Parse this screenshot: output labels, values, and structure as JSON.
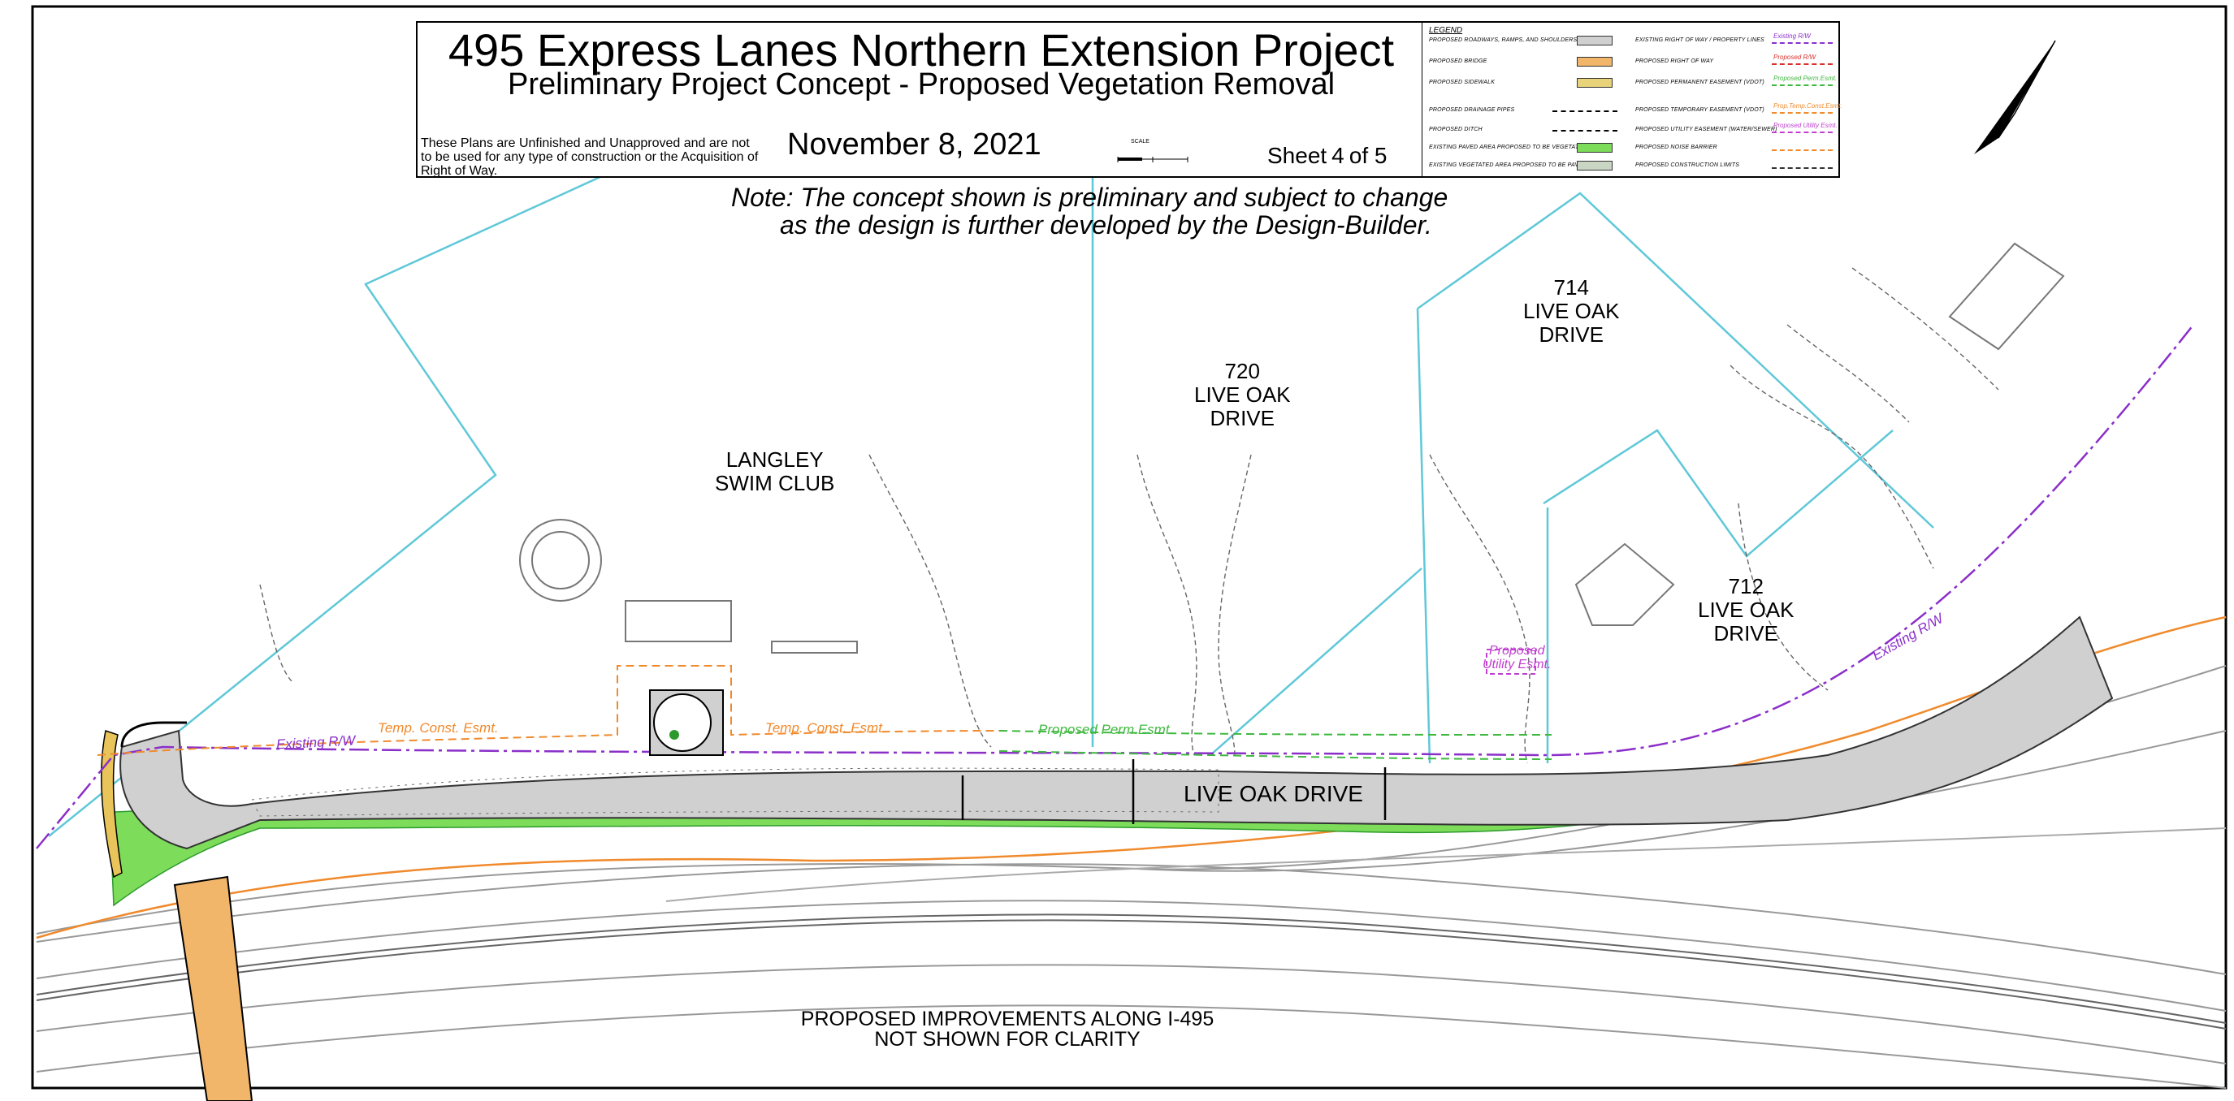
{
  "title_block": {
    "title": "495 Express Lanes Northern Extension Project",
    "subtitle": "Preliminary Project Concept - Proposed Vegetation Removal",
    "disclaimer": "These Plans are Unfinished and Unapproved and are not to be used for any type of construction or the Acquisition of Right of Way.",
    "date": "November 8, 2021",
    "sheet_word": "Sheet",
    "sheet_number": "4",
    "sheet_of": "of 5",
    "scale_label": "SCALE"
  },
  "legend": {
    "title": "LEGEND",
    "left_items": [
      {
        "label": "PROPOSED ROADWAYS, RAMPS, AND SHOULDERS",
        "color": "#d0d0d0"
      },
      {
        "label": "PROPOSED BRIDGE",
        "color": "#f2b66b"
      },
      {
        "label": "PROPOSED SIDEWALK",
        "color": "#e8d27a"
      },
      {
        "label": "PROPOSED DRAINAGE PIPES",
        "color": ""
      },
      {
        "label": "PROPOSED DITCH",
        "color": ""
      },
      {
        "label": "EXISTING PAVED AREA PROPOSED TO BE VEGETATED",
        "color": "#7ddd5a"
      },
      {
        "label": "EXISTING VEGETATED AREA PROPOSED TO BE PAVED",
        "color": "#c9d6c4"
      }
    ],
    "right_items": [
      {
        "label": "EXISTING RIGHT OF WAY / PROPERTY LINES",
        "tag": "Existing R/W",
        "color": "#8b2fc9"
      },
      {
        "label": "PROPOSED RIGHT OF WAY",
        "tag": "Proposed R/W",
        "color": "#d9302c"
      },
      {
        "label": "PROPOSED PERMANENT EASEMENT (VDOT)",
        "tag": "Proposed Perm.Esmt.",
        "color": "#3fb83f"
      },
      {
        "label": "PROPOSED TEMPORARY EASEMENT (VDOT)",
        "tag": "Prop.Temp.Const.Esmt.",
        "color": "#f08a2c"
      },
      {
        "label": "PROPOSED UTILITY EASEMENT (WATER/SEWER)",
        "tag": "Proposed Utility Esmt.",
        "color": "#c040d0"
      },
      {
        "label": "PROPOSED NOISE BARRIER",
        "tag": "",
        "color": "#f08a2c"
      },
      {
        "label": "PROPOSED CONSTRUCTION LIMITS",
        "tag": "",
        "color": "#333333"
      }
    ]
  },
  "note": {
    "line1": "Note: The concept shown is preliminary and subject to change",
    "line2": "as the design is further developed by the Design-Builder."
  },
  "parcels": [
    {
      "name": "langley",
      "line1": "LANGLEY",
      "line2": "SWIM CLUB"
    },
    {
      "name": "720",
      "line1": "720",
      "line2": "LIVE OAK",
      "line3": "DRIVE"
    },
    {
      "name": "714",
      "line1": "714",
      "line2": "LIVE OAK",
      "line3": "DRIVE"
    },
    {
      "name": "712",
      "line1": "712",
      "line2": "LIVE OAK",
      "line3": "DRIVE"
    }
  ],
  "road_label": "LIVE OAK DRIVE",
  "map_notes": {
    "existing_rw_left": "Existing R/W",
    "existing_rw_right": "Existing R/W",
    "temp_const_1": "Temp. Const. Esmt.",
    "temp_const_2": "Temp. Const. Esmt.",
    "perm_esmt": "Proposed Perm.Esmt.",
    "utility_esmt_1": "Proposed",
    "utility_esmt_2": "Utility Esmt."
  },
  "bottom_note": {
    "line1": "PROPOSED IMPROVEMENTS ALONG I-495",
    "line2": "NOT SHOWN FOR CLARITY"
  },
  "colors": {
    "property_lines": "#5fc8d8",
    "existing_rw": "#8b2fc9",
    "temp_esmt": "#f08a2c",
    "perm_esmt": "#3fb83f",
    "utility_esmt": "#c040d0",
    "roadway": "#d0d0d0",
    "vegetated": "#7ddd5a",
    "bridge": "#f2b66b"
  }
}
